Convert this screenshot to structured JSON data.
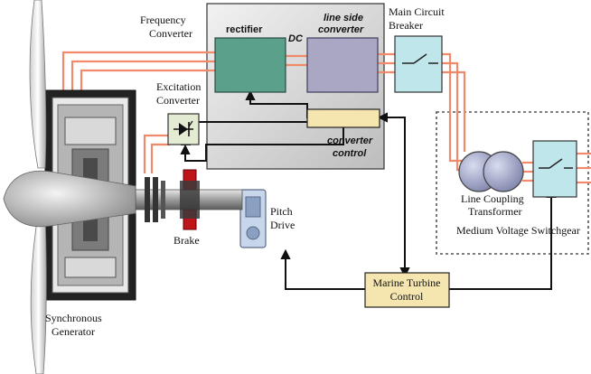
{
  "labels": {
    "frequency_converter": [
      "Frequency",
      "Converter"
    ],
    "rectifier": "rectifier",
    "dc": "DC",
    "line_side_converter": [
      "line side",
      "converter"
    ],
    "main_circuit_breaker": [
      "Main Circuit",
      "Breaker"
    ],
    "excitation_converter": [
      "Excitation",
      "Converter"
    ],
    "converter_control": [
      "converter",
      "control"
    ],
    "line_coupling_transformer": [
      "Line Coupling",
      "Transformer"
    ],
    "medium_voltage_switchgear": "Medium Voltage Switchgear",
    "pitch_drive": [
      "Pitch",
      "Drive"
    ],
    "brake": "Brake",
    "marine_turbine_control": [
      "Marine Turbine",
      "Control"
    ],
    "synchronous_generator": [
      "Synchronous",
      "Generator"
    ]
  },
  "colors": {
    "power_line": "#f08a6a",
    "control_line": "#111111",
    "rectifier_fill": "#5aa08a",
    "converter_fill": "#a9a7c4",
    "breaker_fill": "#bfe6ea",
    "control_fill": "#f5e6b0",
    "panel_fill": "#d8d8d8",
    "brake_red": "#c0141b"
  }
}
